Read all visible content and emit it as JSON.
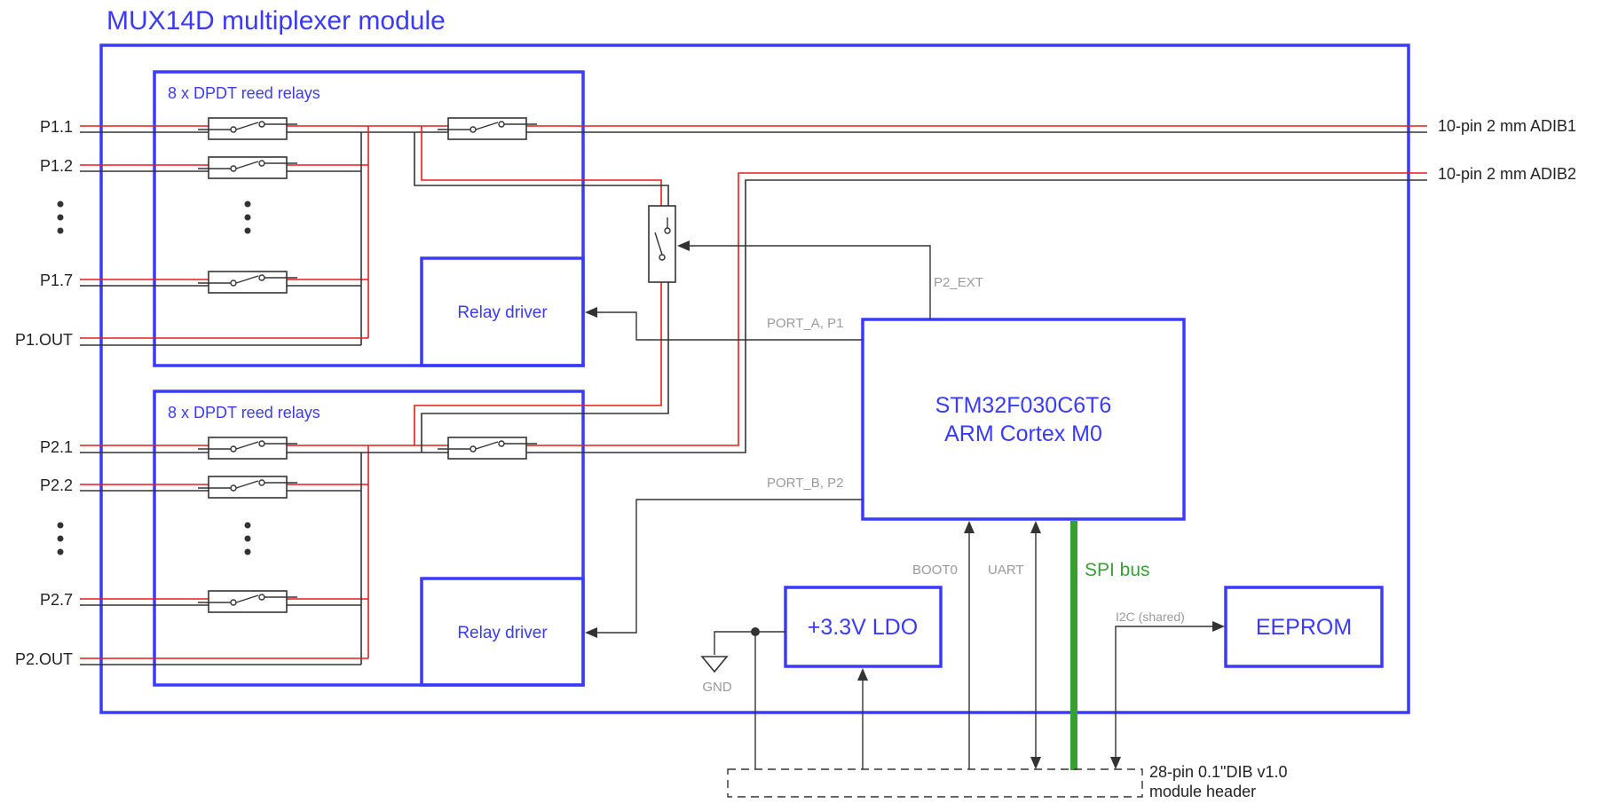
{
  "colors": {
    "block_outline": "#3a3aff",
    "red_signal": "#e81c1c",
    "black_signal": "#333333",
    "spi_bus": "#35a035",
    "small_label": "#9a9a9a"
  },
  "module": {
    "title": "MUX14D multiplexer module"
  },
  "relay_banks": [
    {
      "title": "8 x DPDT reed relays",
      "driver_label": "Relay driver"
    },
    {
      "title": "8 x DPDT reed relays",
      "driver_label": "Relay driver"
    }
  ],
  "ports": {
    "p1_1": "P1.1",
    "p1_2": "P1.2",
    "p1_7": "P1.7",
    "p1_out": "P1.OUT",
    "p2_1": "P2.1",
    "p2_2": "P2.2",
    "p2_7": "P2.7",
    "p2_out": "P2.OUT"
  },
  "outputs": {
    "adib1": "10-pin 2 mm ADIB1",
    "adib2": "10-pin 2 mm ADIB2"
  },
  "mcu": {
    "line1": "STM32F030C6T6",
    "line2": "ARM Cortex M0"
  },
  "signals": {
    "p2_ext": "P2_EXT",
    "port_a": "PORT_A, P1",
    "port_b": "PORT_B, P2",
    "boot0": "BOOT0",
    "uart": "UART",
    "spi_bus": "SPI bus",
    "i2c": "I2C (shared)",
    "gnd": "GND"
  },
  "ldo": {
    "label": "+3.3V LDO"
  },
  "eeprom": {
    "label": "EEPROM"
  },
  "header": {
    "line1": "28-pin 0.1\"DIB v1.0",
    "line2": "module header"
  },
  "icons": [
    "relay-switch-icon",
    "ground-icon",
    "ellipsis-dots-icon",
    "arrowhead-icon"
  ]
}
